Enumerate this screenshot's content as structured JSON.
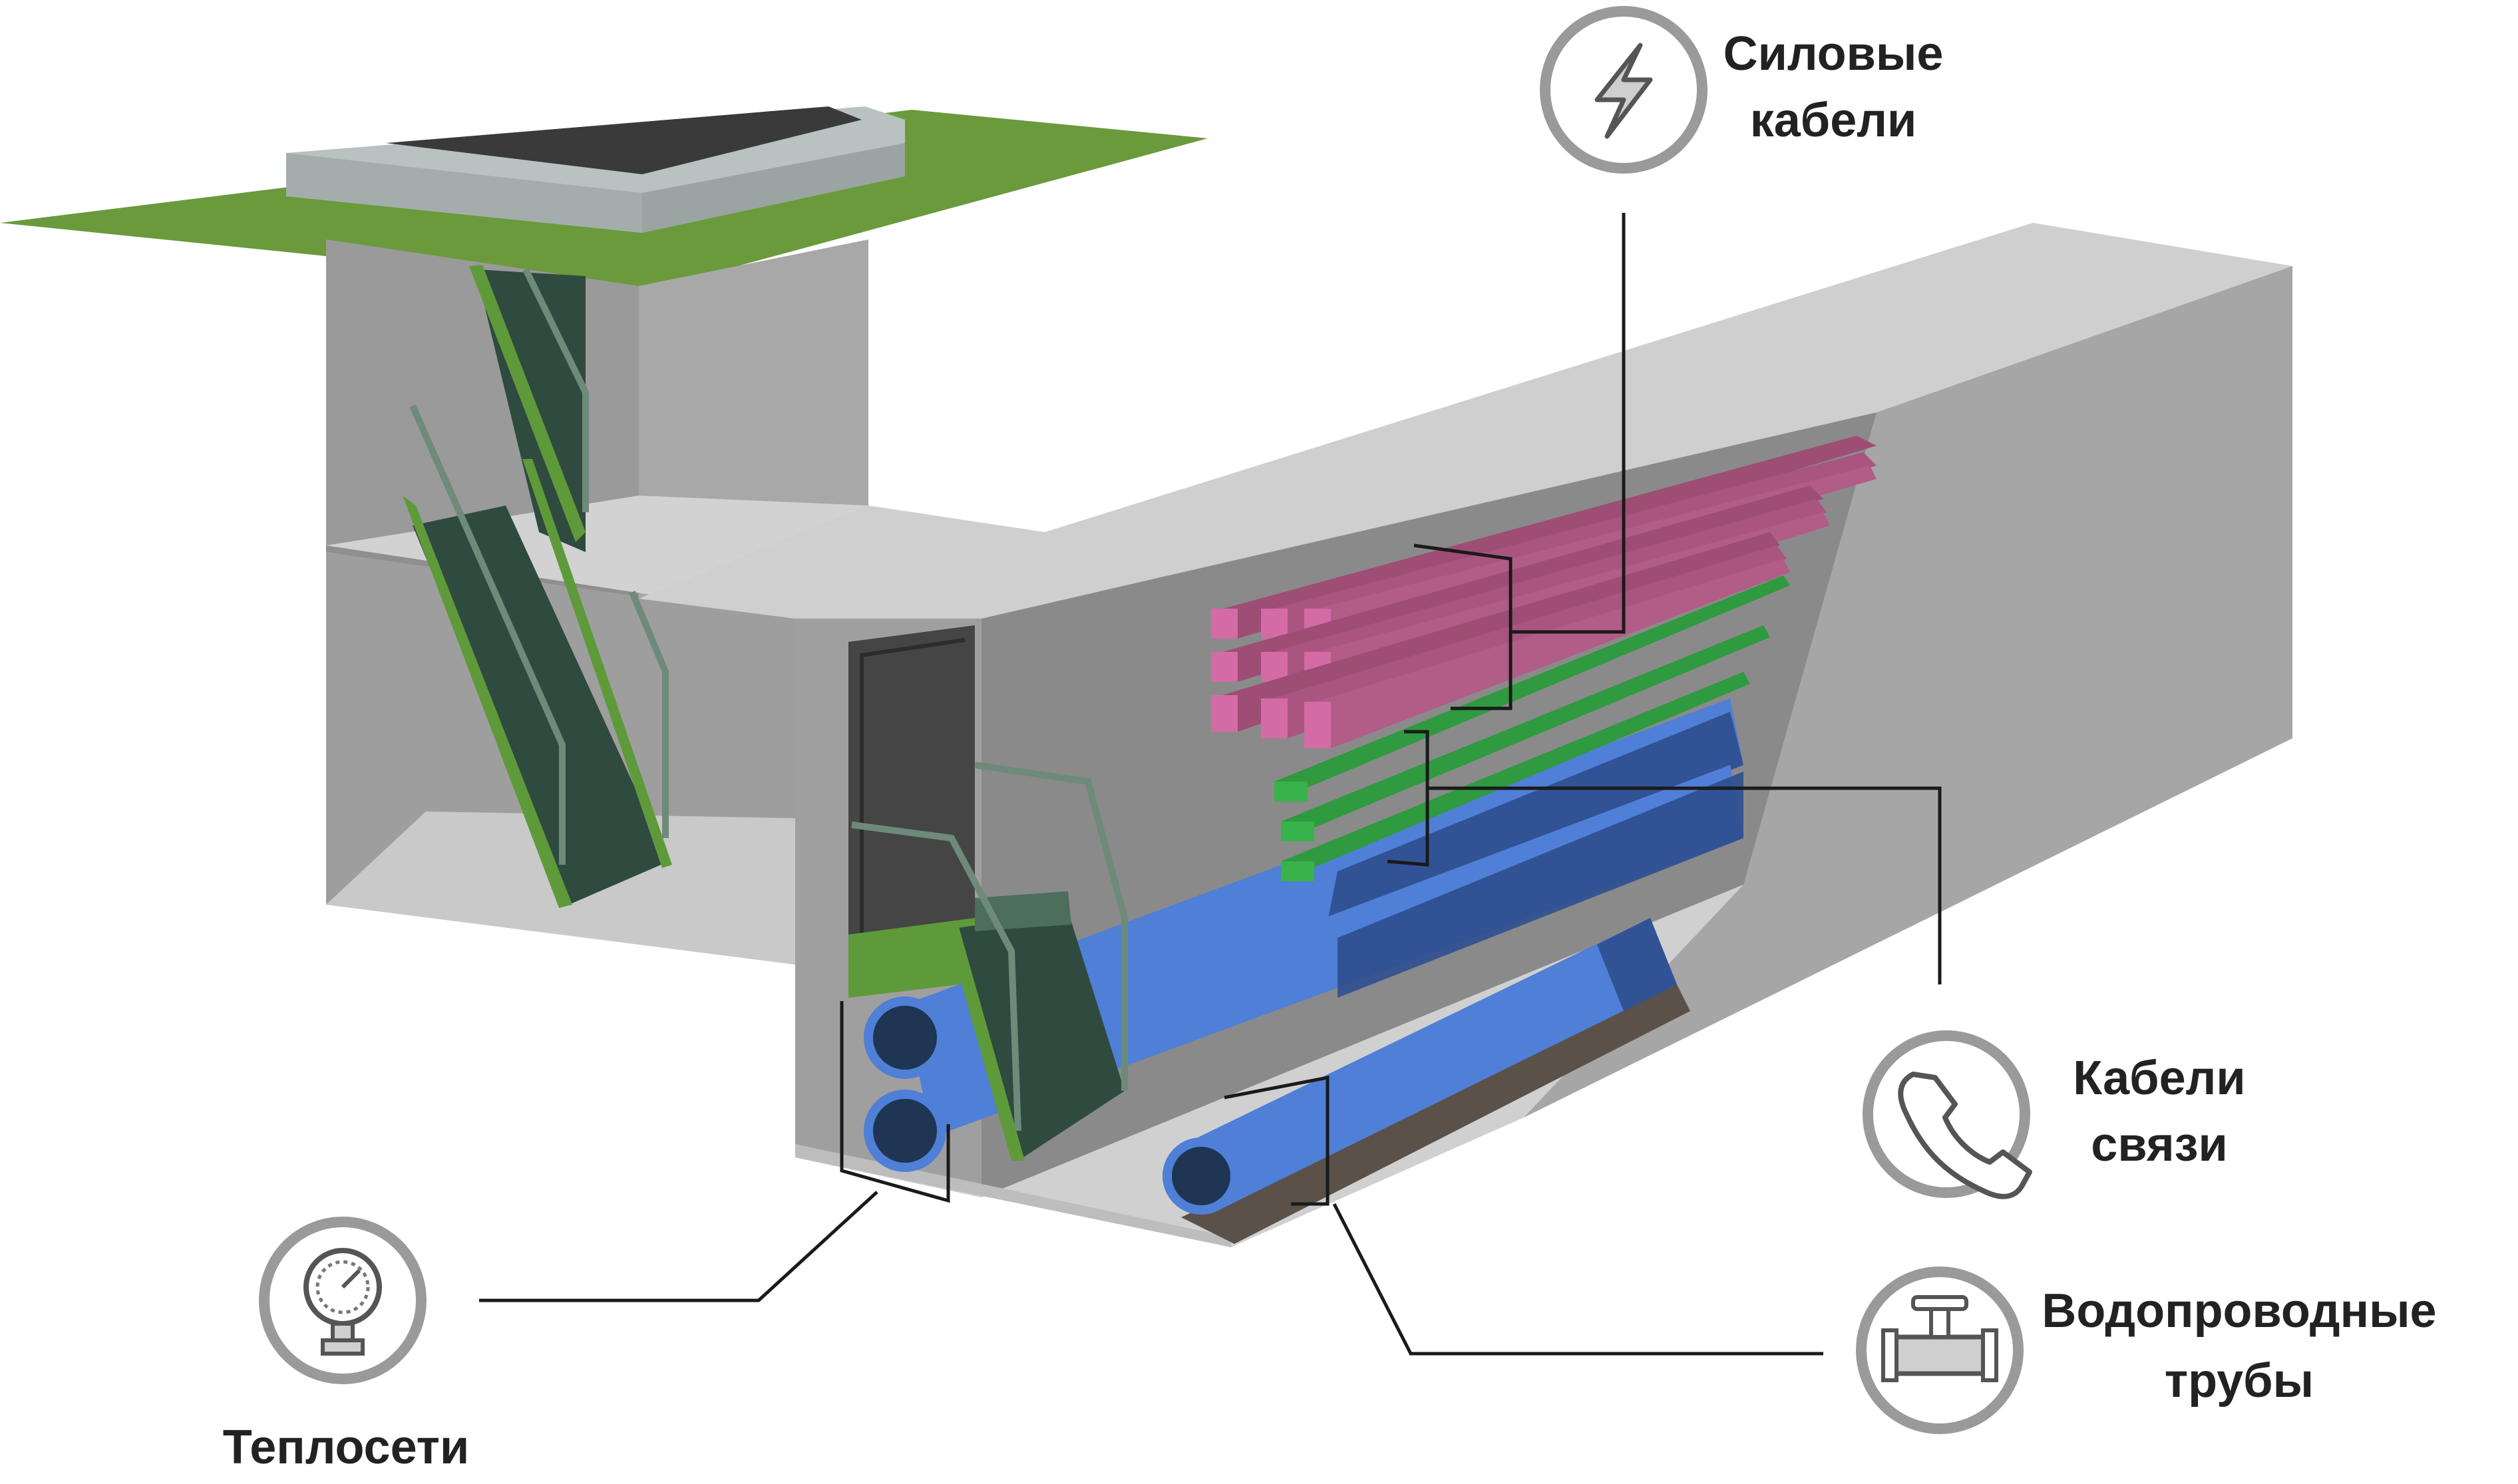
{
  "labels": {
    "power_cables_line1": "Силовые",
    "power_cables_line2": "кабели",
    "comm_cables_line1": "Кабели",
    "comm_cables_line2": "связи",
    "water_pipes_line1": "Водопроводные",
    "water_pipes_line2": "трубы",
    "heating": "Теплосети"
  },
  "icons": {
    "power": "lightning-icon",
    "comm": "phone-icon",
    "water": "valve-icon",
    "heating": "pressure-gauge-icon"
  },
  "colors": {
    "concrete_light": "#cfcfcf",
    "concrete_mid": "#a6a6a6",
    "concrete_dark": "#8d8d8d",
    "grass": "#6a9a3c",
    "stair_dark": "#2f4a3f",
    "stair_edge": "#5f9a3a",
    "pipe_blue": "#4f7fd6",
    "pipe_dark": "#2e4f8f",
    "cable_pink": "#d46aa6",
    "cable_pink_dark": "#9e4d75",
    "cable_green": "#38b24a",
    "icon_ring": "#9a9a9a"
  }
}
